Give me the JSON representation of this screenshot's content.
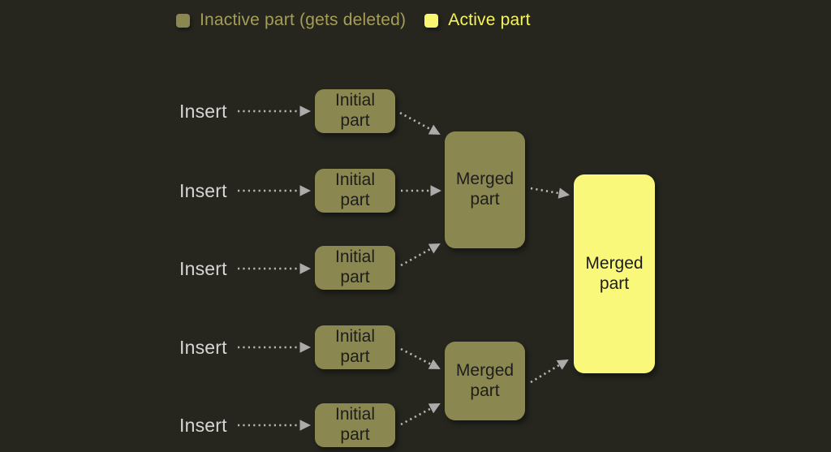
{
  "colors": {
    "background": "#26261f",
    "inactive_fill": "#8b8750",
    "active_fill": "#faf87b",
    "inactive_legend_text": "#a49e58",
    "active_legend_text": "#f6f45f",
    "insert_text": "#d6d6d6",
    "box_text": "#1d1d1b",
    "arrow": "#b5b5b5"
  },
  "legend": {
    "items": [
      {
        "label": "Inactive part (gets deleted)",
        "state": "inactive"
      },
      {
        "label": "Active part",
        "state": "active"
      }
    ]
  },
  "diagram": {
    "inserts": [
      "Insert",
      "Insert",
      "Insert",
      "Insert",
      "Insert"
    ],
    "initial_parts": [
      "Initial\npart",
      "Initial\npart",
      "Initial\npart",
      "Initial\npart",
      "Initial\npart"
    ],
    "merged_parts": [
      {
        "label": "Merged\npart",
        "state": "inactive"
      },
      {
        "label": "Merged\npart",
        "state": "inactive"
      },
      {
        "label": "Merged\npart",
        "state": "active"
      }
    ]
  }
}
